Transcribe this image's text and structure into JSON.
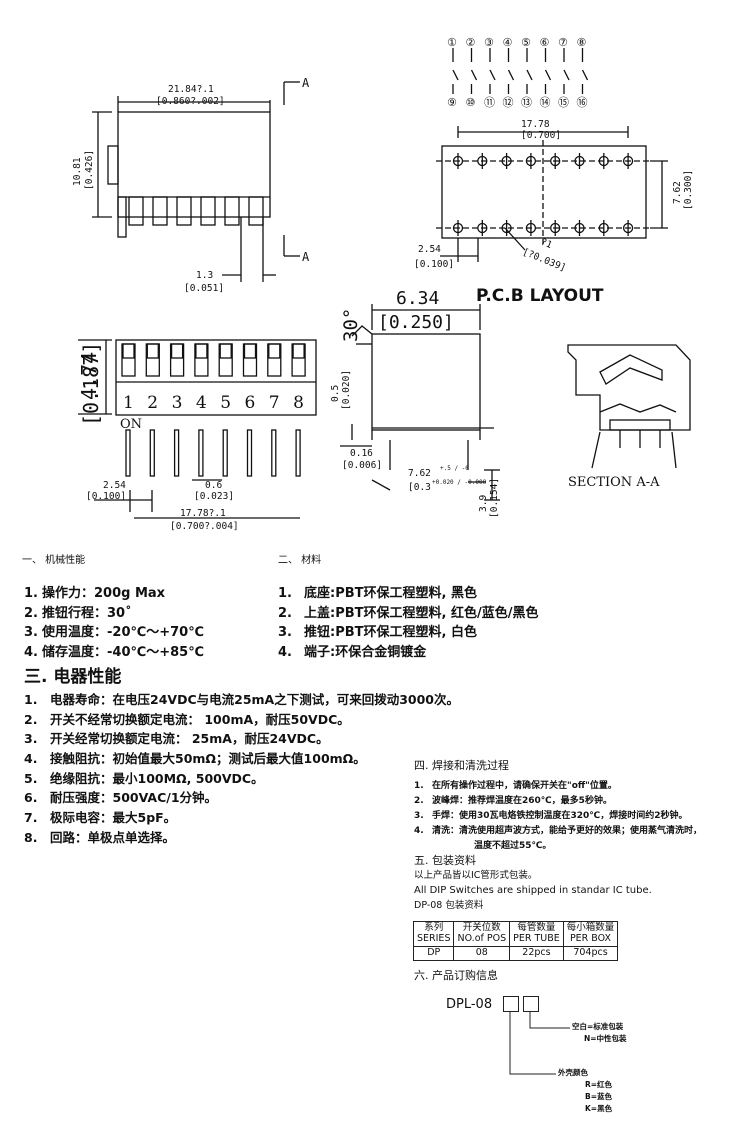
{
  "drawing": {
    "top_width": "21.84?.1",
    "top_width_in": "[0.860?.002]",
    "section_mark": "A",
    "height": "10.81",
    "height_in": "[0.426]",
    "pin_pitch_small": "1.3",
    "pin_pitch_small_in": "[0.051]",
    "circuit_top": [
      "①",
      "②",
      "③",
      "④",
      "⑤",
      "⑥",
      "⑦",
      "⑧"
    ],
    "circuit_bottom": [
      "⑨",
      "⑩",
      "⑪",
      "⑫",
      "⑬",
      "⑭",
      "⑮",
      "⑯"
    ],
    "pcb_width": "17.78",
    "pcb_width_in": "[0.700]",
    "pcb_row": "7.62",
    "pcb_row_in": "[0.300]",
    "pcb_pitch": "2.54",
    "pcb_pitch_in": "[0.100]",
    "pcb_hole": "?1",
    "pcb_hole_in": "[?0.039]",
    "pcb_title": "P.C.B  LAYOUT",
    "side_angle": "30°",
    "side_width": "6.34",
    "side_width_in": "[0.250]",
    "side_05": "0.5",
    "side_05_in": "[0.020]",
    "side_016": "0.16",
    "side_016_in": "[0.006]",
    "side_762": "7.62",
    "side_762_tol": "+.5 / -0",
    "side_762_in": "[0.3",
    "side_762_in_tol": "+0.020 / -0.000",
    "side_39": "3.9",
    "side_39_in": "[0.154]",
    "front_height": "4.74",
    "front_height_in": "[0.187]",
    "front_numbers": [
      "1",
      "2",
      "3",
      "4",
      "5",
      "6",
      "7",
      "8"
    ],
    "front_on": "ON",
    "front_pitch": "2.54",
    "front_pitch_in": "[0.100]",
    "front_pin": "0.6",
    "front_pin_in": "[0.023]",
    "front_width": "17.78?.1",
    "front_width_in": "[0.700?.004]",
    "section_label": "SECTION  A-A"
  },
  "mechanical": {
    "heading": "一、  机械性能",
    "items": [
      {
        "n": "1.",
        "text": "操作力：200g Max"
      },
      {
        "n": "2.",
        "text": "推钮行程：30˚"
      },
      {
        "n": "3.",
        "text": "使用温度：-20℃～+70℃"
      },
      {
        "n": "4.",
        "text": "储存温度：-40℃～+85℃"
      }
    ]
  },
  "material": {
    "heading": "二、  材料",
    "items": [
      {
        "n": "1.",
        "text": "底座:PBT环保工程塑料, 黑色"
      },
      {
        "n": "2.",
        "text": "上盖:PBT环保工程塑料, 红色/蓝色/黑色"
      },
      {
        "n": "3.",
        "text": "推钮:PBT环保工程塑料, 白色"
      },
      {
        "n": "4.",
        "text": "端子:环保合金铜镀金"
      }
    ]
  },
  "electrical": {
    "heading": "三. 电器性能",
    "items": [
      {
        "n": "1.",
        "text": "电器寿命：在电压24VDC与电流25mA之下测试，可来回拨动3000次。"
      },
      {
        "n": "2.",
        "text": "开关不经常切换额定电流：  100mA，耐压50VDC。"
      },
      {
        "n": "3.",
        "text": "开关经常切换额定电流：  25mA，耐压24VDC。"
      },
      {
        "n": "4.",
        "text": "接触阻抗：初始值最大50mΩ；测试后最大值100mΩ。"
      },
      {
        "n": "5.",
        "text": "绝缘阻抗：最小100MΩ, 500VDC。"
      },
      {
        "n": "6.",
        "text": "耐压强度：500VAC/1分钟。"
      },
      {
        "n": "7.",
        "text": "极际电容：最大5pF。"
      },
      {
        "n": "8.",
        "text": "回路：单极点单选择。"
      }
    ]
  },
  "soldering": {
    "heading": "四. 焊接和清洗过程",
    "items": [
      {
        "n": "1.",
        "text": "在所有操作过程中，请确保开关在\"off\"位置。"
      },
      {
        "n": "2.",
        "text": "波峰焊：推荐焊温度在260℃，最多5秒钟。"
      },
      {
        "n": "3.",
        "text": "手焊：使用30瓦电烙铁控制温度在320℃，焊接时间约2秒钟。"
      },
      {
        "n": "4.",
        "text": "清洗：清洗使用超声波方式，能给予更好的效果；使用蒸气清洗时，"
      },
      {
        "n": "",
        "text": "温度不超过55℃。"
      }
    ]
  },
  "packaging": {
    "heading": "五. 包装资料",
    "line1": "以上产品皆以IC管形式包装。",
    "line2": "All DIP Switches are shipped in standar IC tube.",
    "line3": "DP-08 包装资料",
    "headers": [
      [
        "系列",
        "SERIES"
      ],
      [
        "开关位数",
        "NO.of POS"
      ],
      [
        "每管数量",
        "PER TUBE"
      ],
      [
        "每小箱数量",
        "PER BOX"
      ]
    ],
    "row": [
      "DP",
      "08",
      "22pcs",
      "704pcs"
    ]
  },
  "ordering": {
    "heading": "六. 产品订购信息",
    "part": "DPL-08",
    "opt1_a": "空白=标准包装",
    "opt1_b": "N=中性包装",
    "opt2_title": "外壳颜色",
    "opt2_r": "R=红色",
    "opt2_b": "B=蓝色",
    "opt2_k": "K=黑色"
  }
}
